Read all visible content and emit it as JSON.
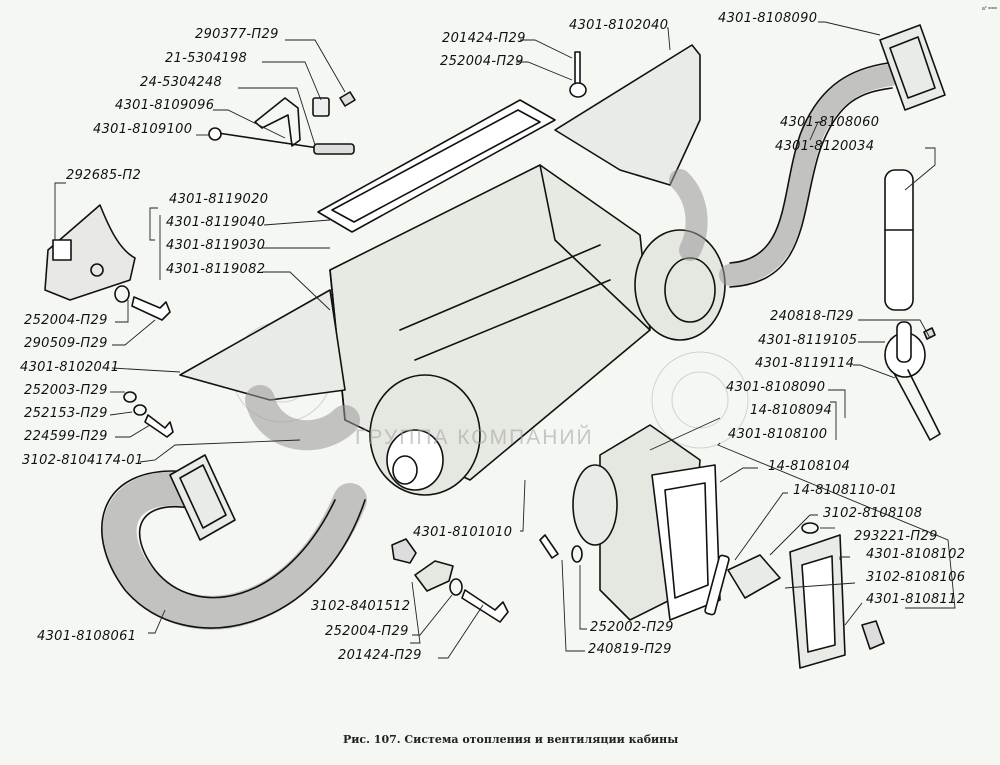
{
  "figure": {
    "caption": "Рис. 107.  Система отопления и вентиляции кабины",
    "watermark": "ГРУППА КОМПАНИЙ",
    "corner_mark": "a° ===",
    "colors": {
      "background": "#f4f7f2",
      "ink": "#111111"
    }
  },
  "labels": {
    "l290377": "290377-П29",
    "l215304198": "21-5304198",
    "l245304248": "24-5304248",
    "l8109096": "4301-8109096",
    "l8109100": "4301-8109100",
    "l292685": "292685-П2",
    "l8119020": "4301-8119020",
    "l8119040": "4301-8119040",
    "l8119030": "4301-8119030",
    "l8119082": "4301-8119082",
    "l252004a": "252004-П29",
    "l290509": "290509-П29",
    "l8102041": "4301-8102041",
    "l252003": "252003-П29",
    "l252153": "252153-П29",
    "l224599": "224599-П29",
    "l8104174": "3102-8104174-01",
    "l201424a": "201424-П29",
    "l252004b": "252004-П29",
    "l8102040": "4301-8102040",
    "l8108090a": "4301-8108090",
    "l8108060": "4301-8108060",
    "l8120034": "4301-8120034",
    "l240818": "240818-П29",
    "l8119105": "4301-8119105",
    "l8119114": "4301-8119114",
    "l8108090b": "4301-8108090",
    "l148108094": "14-8108094",
    "l8108100": "4301-8108100",
    "l148108104": "14-8108104",
    "l148108110": "14-8108110-01",
    "l31028108108": "3102-8108108",
    "l293221": "293221-П29",
    "l8108102": "4301-8108102",
    "l31028108106": "3102-8108106",
    "l8108112": "4301-8108112",
    "l8101010": "4301-8101010",
    "l8108061": "4301-8108061",
    "l31028401512": "3102-8401512",
    "l252004c": "252004-П29",
    "l201424b": "201424-П29",
    "l252002": "252002-П29",
    "l240819": "240819-П29"
  }
}
